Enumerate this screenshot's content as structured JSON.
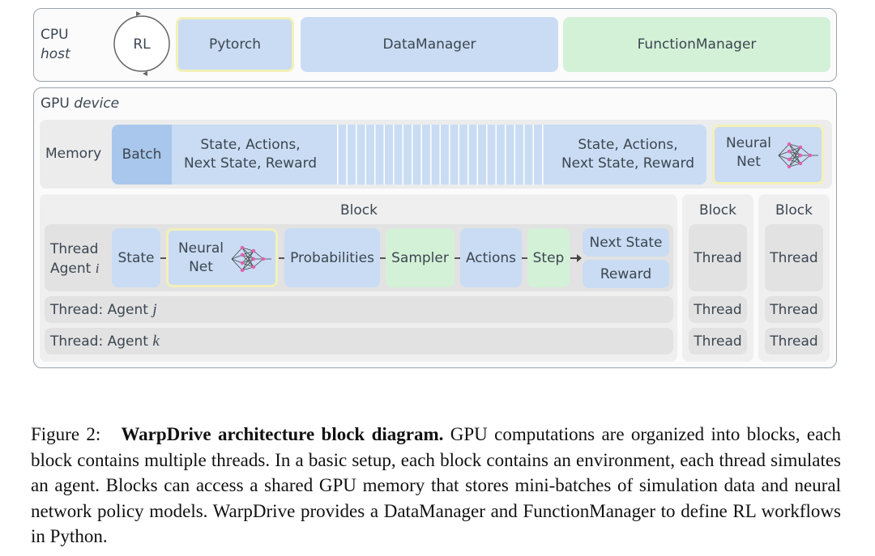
{
  "cpu": {
    "label": "CPU",
    "sublabel": "host",
    "rl": "RL",
    "pytorch": "Pytorch",
    "datamanager": "DataManager",
    "functionmanager": "FunctionManager"
  },
  "gpu": {
    "label": "GPU",
    "sublabel": "device",
    "memory": {
      "label": "Memory",
      "batch": "Batch",
      "chunk1_line1": "State, Actions,",
      "chunk1_line2": "Next State, Reward",
      "chunk2_line1": "State, Actions,",
      "chunk2_line2": "Next State, Reward",
      "nn_line1": "Neural",
      "nn_line2": "Net"
    },
    "block_main": {
      "title": "Block",
      "thread_label_line1": "Thread",
      "thread_label_line2": "Agent",
      "agent_i": "i",
      "state": "State",
      "nn_line1": "Neural",
      "nn_line2": "Net",
      "probabilities": "Probabilities",
      "sampler": "Sampler",
      "actions": "Actions",
      "step": "Step",
      "next_state": "Next State",
      "reward": "Reward",
      "row_j_prefix": "Thread: Agent",
      "row_j_var": "j",
      "row_k_prefix": "Thread: Agent",
      "row_k_var": "k"
    },
    "block2": {
      "title": "Block",
      "threads": [
        "Thread",
        "Thread",
        "Thread"
      ]
    },
    "block3": {
      "title": "Block",
      "threads": [
        "Thread",
        "Thread",
        "Thread"
      ]
    }
  },
  "caption": {
    "prefix": "Figure 2:",
    "title": "WarpDrive architecture block diagram.",
    "body": "GPU computations are organized into blocks, each block contains multiple threads. In a basic setup, each block contains an environment, each thread simulates an agent. Blocks can access a shared GPU memory that stores mini-batches of simulation data and neural network policy models. WarpDrive provides a DataManager and FunctionManager to define RL workflows in Python."
  }
}
